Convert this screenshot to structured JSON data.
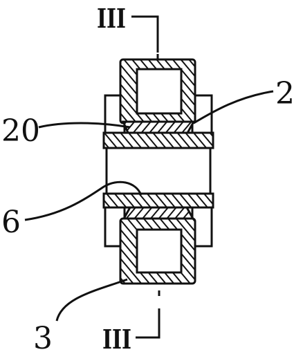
{
  "figure": {
    "section_marks": {
      "top": "III",
      "bottom": "III"
    },
    "reference_labels": {
      "ref_2": "2",
      "ref_20": "20",
      "ref_6": "6",
      "ref_3": "3"
    },
    "colors": {
      "ink": "#111111",
      "paper": "#ffffff"
    }
  }
}
